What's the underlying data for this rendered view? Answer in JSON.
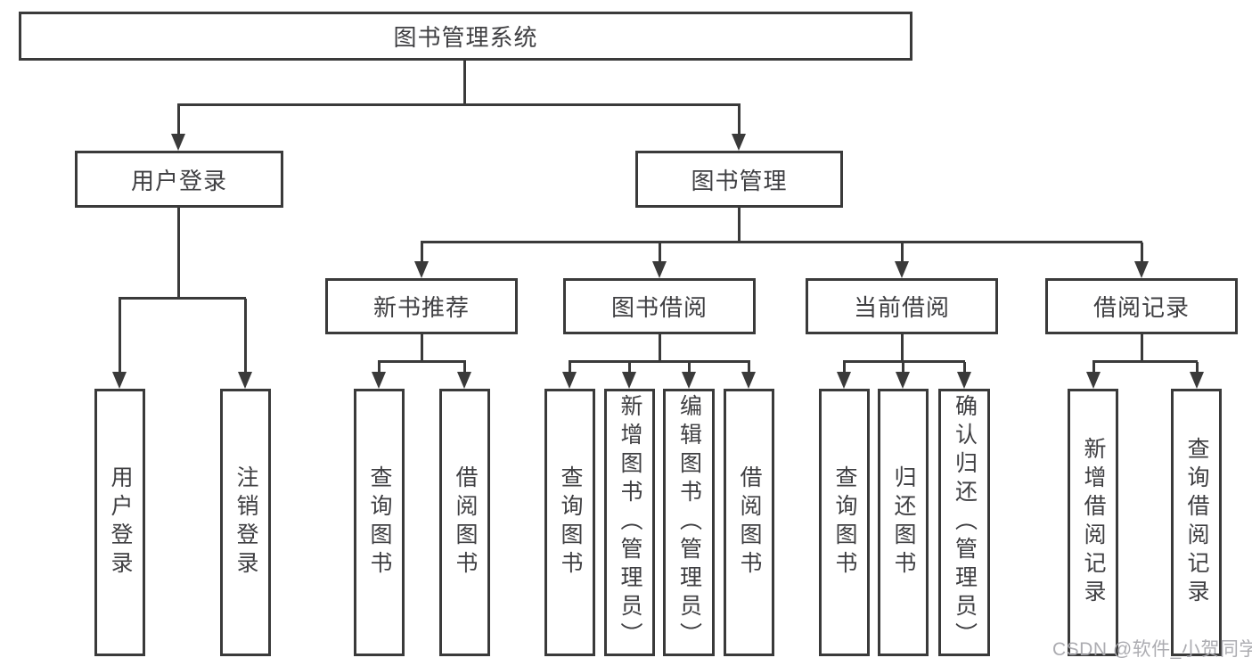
{
  "diagram": {
    "root": {
      "label": "图书管理系统"
    },
    "branches": [
      {
        "label": "用户登录",
        "children": [
          {
            "label": "用户登录"
          },
          {
            "label": "注销登录"
          }
        ]
      },
      {
        "label": "图书管理",
        "children": [
          {
            "label": "新书推荐",
            "children": [
              {
                "label": "查询图书"
              },
              {
                "label": "借阅图书"
              }
            ]
          },
          {
            "label": "图书借阅",
            "children": [
              {
                "label": "查询图书"
              },
              {
                "label": "新增图书（管理员）"
              },
              {
                "label": "编辑图书（管理员）"
              },
              {
                "label": "借阅图书"
              }
            ]
          },
          {
            "label": "当前借阅",
            "children": [
              {
                "label": "查询图书"
              },
              {
                "label": "归还图书"
              },
              {
                "label": "确认归还（管理员）"
              }
            ]
          },
          {
            "label": "借阅记录",
            "children": [
              {
                "label": "新增借阅记录"
              },
              {
                "label": "查询借阅记录"
              }
            ]
          }
        ]
      }
    ],
    "colors": {
      "line": "#3a3a3a",
      "text": "#3f3f42",
      "background": "#ffffff",
      "watermark": "#a8a8ad"
    },
    "watermark": "CSDN @软件_小贺同学"
  }
}
